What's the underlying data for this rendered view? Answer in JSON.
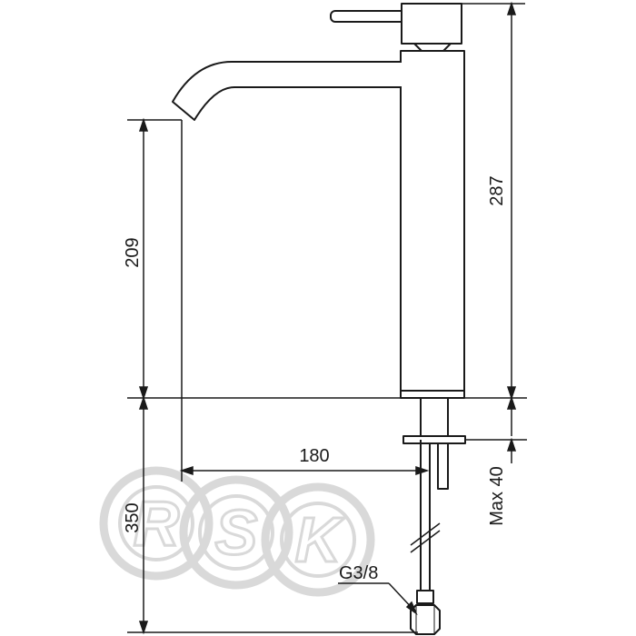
{
  "dimensions": {
    "spout_height": "209",
    "total_height": "287",
    "spout_reach": "180",
    "hose_length": "350",
    "max_countertop": "Max 40",
    "connection": "G3/8"
  },
  "watermark": {
    "letters": [
      "R",
      "S",
      "K"
    ]
  },
  "colors": {
    "line": "#1a1a1a",
    "watermark": "#d9d9d9"
  }
}
